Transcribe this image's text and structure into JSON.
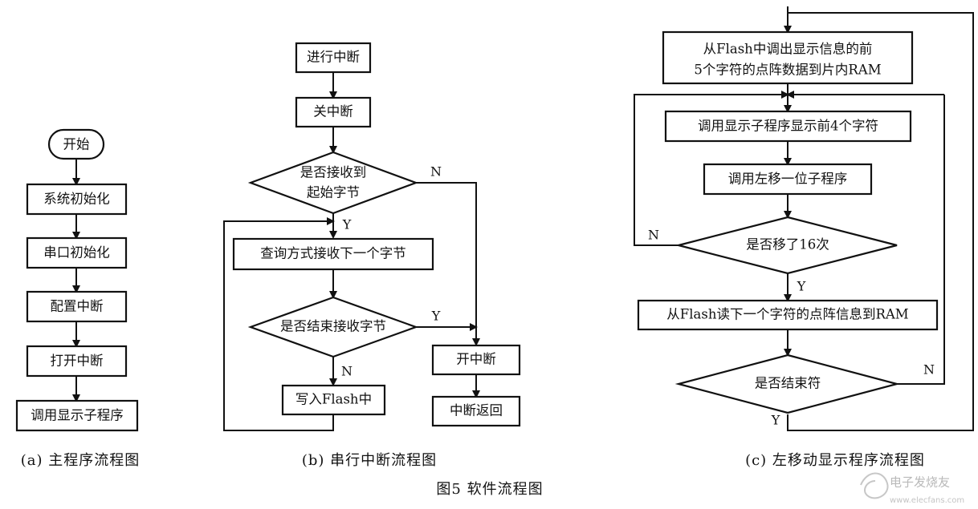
{
  "colors": {
    "background": "#ffffff",
    "line": "#111111",
    "text": "#111111",
    "watermark": "#b9b9b9"
  },
  "figure": {
    "title": "图5    软件流程图"
  },
  "panels": {
    "a": {
      "caption": "(a)  主程序流程图",
      "nodes": {
        "start": "开始",
        "system_init": "系统初始化",
        "serial_init": "串口初始化",
        "config_interrupt": "配置中断",
        "open_interrupt": "打开中断",
        "call_display": "调用显示子程序"
      }
    },
    "b": {
      "caption": "(b)  串行中断流程图",
      "nodes": {
        "enter_interrupt": "进行中断",
        "close_interrupt": "关中断",
        "decision_receive_line1": "是否接收到",
        "decision_receive_line2": "起始字节",
        "query_receive": "查询方式接收下一个字节",
        "decision_finish": "是否结束接收字节",
        "write_flash": "写入Flash中",
        "open_interrupt": "开中断",
        "interrupt_return": "中断返回"
      },
      "labels": {
        "n_receive": "N",
        "y_receive": "Y",
        "y_finish": "Y",
        "n_finish": "N"
      }
    },
    "c": {
      "caption": "(c)  左移动显示程序流程图",
      "nodes": {
        "load_flash_line1": "从Flash中调出显示信息的前",
        "load_flash_line2": "5个字符的点阵数据到片内RAM",
        "display_first4": "调用显示子程序显示前4个字符",
        "shift_left": "调用左移一位子程序",
        "decision_16": "是否移了16次",
        "read_next": "从Flash读下一个字符的点阵信息到RAM",
        "decision_end": "是否结束符"
      },
      "labels": {
        "n_16": "N",
        "y_16": "Y",
        "n_end": "N",
        "y_end": "Y"
      }
    }
  },
  "watermark": {
    "brand": "电子发烧友",
    "site": "www.elecfans.com"
  }
}
